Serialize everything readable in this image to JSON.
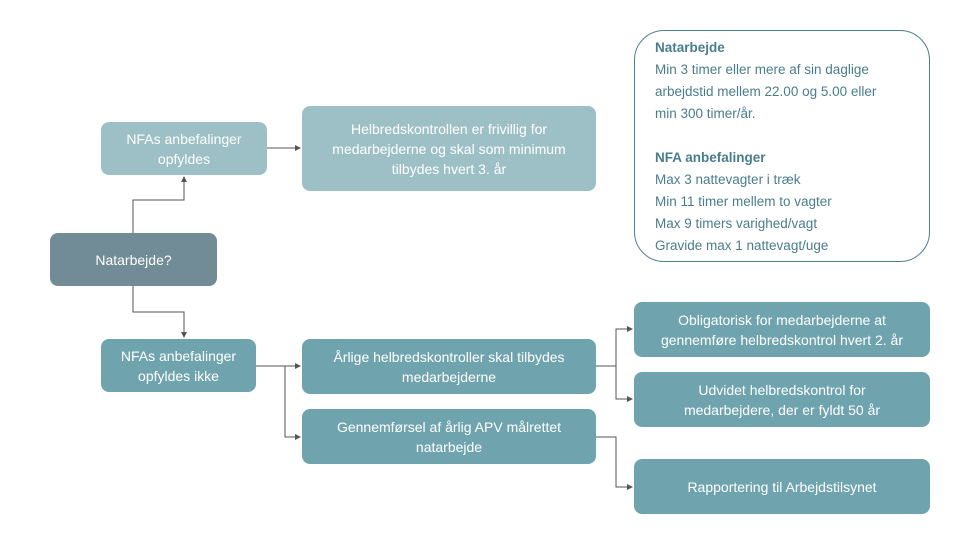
{
  "nodes": {
    "root": "Natarbejde?",
    "met": "NFAs anbefalinger opfyldes",
    "met_result": "Helbredskontrollen er frivillig for medarbejderne og skal som minimum tilbydes hvert 3. år",
    "not_met": "NFAs anbefalinger opfyldes ikke",
    "annual_checks": "Årlige helbredskontroller skal tilbydes medarbejderne",
    "apv": "Gennemførsel af årlig APV målrettet natarbejde",
    "mandatory": "Obligatorisk for medarbejderne at gennemføre helbredskontrol hvert 2. år",
    "extended": "Udvidet helbredskontrol for medarbejdere, der er fyldt 50 år",
    "reporting": "Rapportering til Arbejdstilsynet"
  },
  "info": {
    "title1": "Natarbejde",
    "text1": [
      "Min 3 timer eller mere af sin daglige",
      "arbejdstid mellem  22.00 og 5.00 eller",
      "min 300 timer/år."
    ],
    "title2": "NFA anbefalinger",
    "items": [
      "Max 3 nattevagter i træk",
      "Min 11 timer mellem to vagter",
      "Max 9 timers varighed/vagt",
      "Gravide max 1 nattevagt/uge"
    ]
  },
  "colors": {
    "root": "#718b97",
    "met": "#9dc0c6",
    "not_met": "#6fa4ae",
    "border": "#4f7f8c",
    "connector": "#555555"
  }
}
